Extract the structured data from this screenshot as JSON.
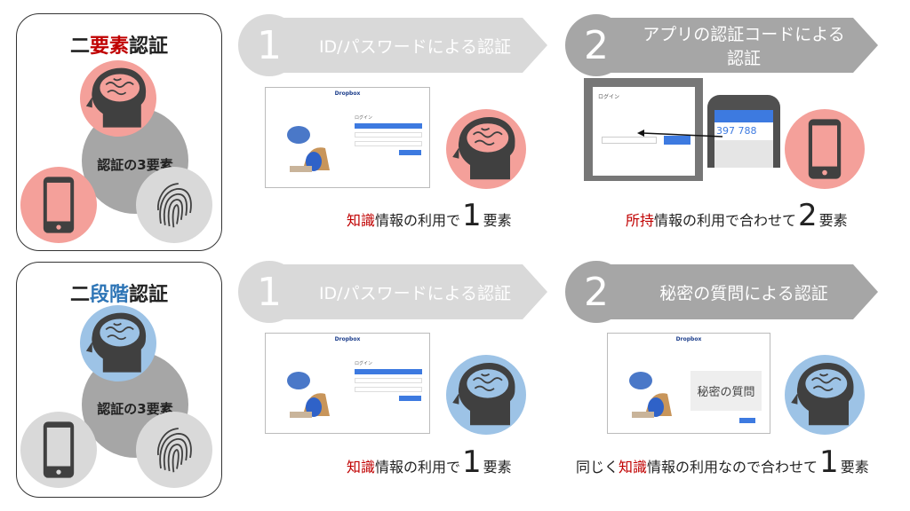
{
  "two_factor": {
    "title_parts": [
      "二",
      "要素",
      "認証"
    ],
    "center_label": "認証の3要素",
    "colors": {
      "knowledge": "#f4a09a",
      "possession": "#f4a09a",
      "inherence": "#d9d9d9"
    },
    "steps": [
      {
        "number": "1",
        "label": "ID/パスワードによる認証",
        "caption": {
          "highlight": "知識",
          "text": "情報の利用で",
          "count": "1",
          "suffix": "要素"
        }
      },
      {
        "number": "2",
        "label": "アプリの認証コードによる認証",
        "caption": {
          "highlight": "所持",
          "text": "情報の利用で合わせて",
          "count": "2",
          "suffix": "要素"
        }
      }
    ]
  },
  "two_step": {
    "title_parts": [
      "二",
      "段階",
      "認証"
    ],
    "center_label": "認証の3要素",
    "colors": {
      "knowledge": "#9dc3e6",
      "possession": "#d9d9d9",
      "inherence": "#d9d9d9"
    },
    "steps": [
      {
        "number": "1",
        "label": "ID/パスワードによる認証",
        "caption": {
          "highlight": "知識",
          "text": "情報の利用で",
          "count": "1",
          "suffix": "要素"
        }
      },
      {
        "number": "2",
        "label": "秘密の質問による認証",
        "caption": {
          "prefix": "同じく",
          "highlight": "知識",
          "text": "情報の利用なので合わせて",
          "count": "1",
          "suffix": "要素"
        }
      }
    ]
  },
  "screens": {
    "brand": "Dropbox",
    "login_title": "ログイン",
    "otp_code": "397 788",
    "secret_question": "秘密の質問"
  }
}
